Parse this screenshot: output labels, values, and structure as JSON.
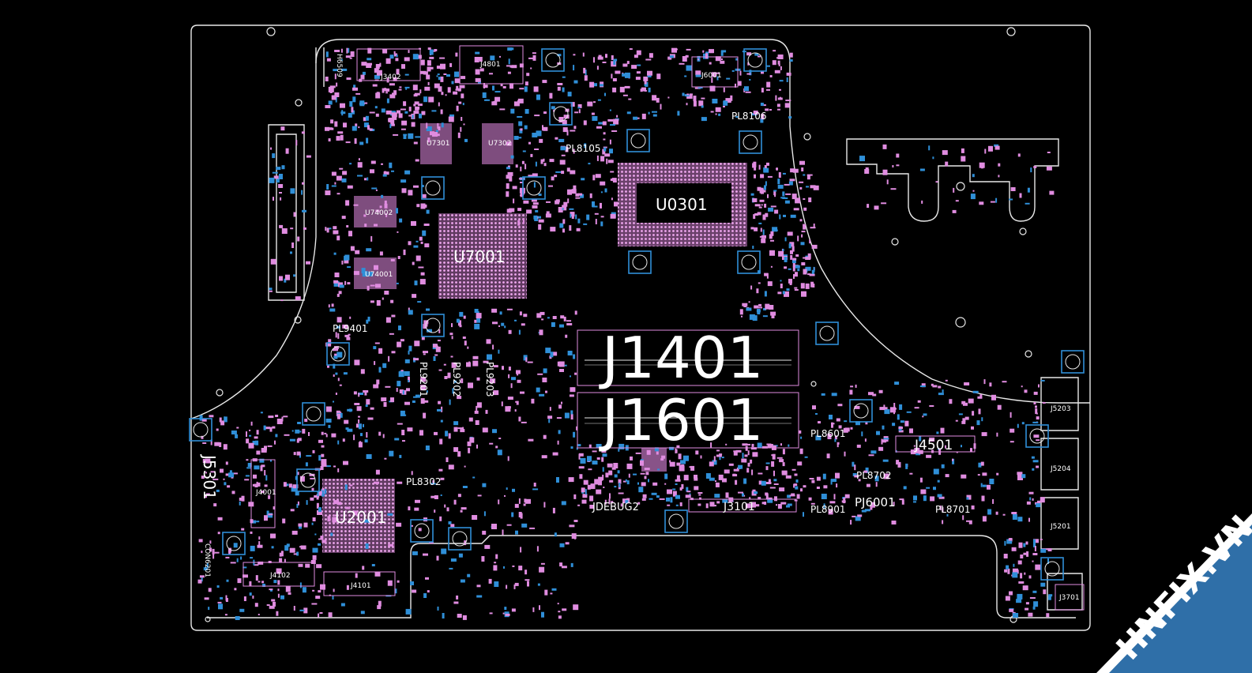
{
  "colors": {
    "background": "#000000",
    "outline": "#e8e8e8",
    "pad_pink": "#e08ce0",
    "pad_blue": "#2f8fd8",
    "watermark_band": "#2f6fa8"
  },
  "labels": {
    "j1401": "J1401",
    "j1601": "J1601",
    "u0301": "U0301",
    "u7001": "U7001",
    "u2001": "U2001",
    "j5301": "J5301",
    "j4501": "J4501",
    "j3101": "J3101",
    "jdebug2": "JDEBUG2",
    "pj6001": "PJ6001",
    "pl8601": "PL8601",
    "pl8901": "PL8901",
    "pl8701": "PL8701",
    "pl8702": "PL8702",
    "pl8302": "PL8302",
    "pl9401": "PL9401",
    "pl8105": "PL8105",
    "pl8106": "PL8106",
    "pl9201": "PL9201",
    "pl9202": "PL9202",
    "pl9203": "PL9203",
    "j4801": "J4801",
    "j3402": "J3402",
    "j6001": "J6001",
    "j4001": "J4001",
    "j4102": "J4102",
    "j4101": "J4101",
    "j3701": "J3701",
    "j5203": "J5203",
    "j5204": "J5204",
    "j5201": "J5201",
    "u74002": "U74002",
    "u74001": "U74001",
    "u7301": "U7301",
    "u7302": "U7302",
    "con6201": "CON6201",
    "h6509": "H6509"
  },
  "watermark": {
    "text": "HNFIX.VN"
  }
}
